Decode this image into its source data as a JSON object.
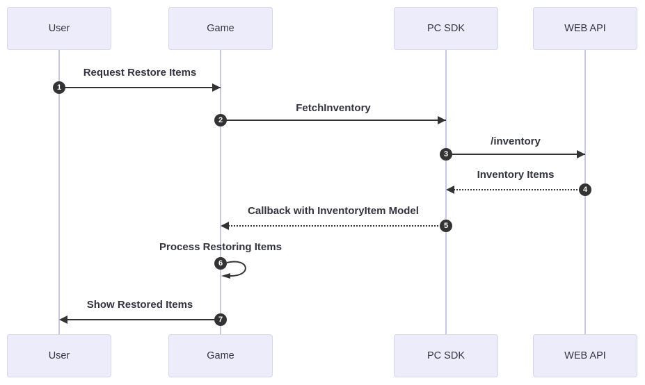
{
  "diagram": {
    "type": "sequence-diagram",
    "colors": {
      "actor_fill": "#ececfb",
      "actor_border": "#d6d6ef",
      "lifeline": "#c8c8e2",
      "arrow": "#333333",
      "badge_bg": "#333333",
      "badge_text": "#ffffff",
      "background": "#ffffff"
    },
    "actors": [
      {
        "name": "User"
      },
      {
        "name": "Game"
      },
      {
        "name": "PC SDK"
      },
      {
        "name": "WEB API"
      }
    ],
    "messages": [
      {
        "num": "1",
        "label": "Request Restore Items",
        "from": "User",
        "to": "Game",
        "line": "solid",
        "direction": "right"
      },
      {
        "num": "2",
        "label": "FetchInventory",
        "from": "Game",
        "to": "PC SDK",
        "line": "solid",
        "direction": "right"
      },
      {
        "num": "3",
        "label": "/inventory",
        "from": "PC SDK",
        "to": "WEB API",
        "line": "solid",
        "direction": "right"
      },
      {
        "num": "4",
        "label": "Inventory Items",
        "from": "WEB API",
        "to": "PC SDK",
        "line": "dotted",
        "direction": "left"
      },
      {
        "num": "5",
        "label": "Callback with InventoryItem Model",
        "from": "PC SDK",
        "to": "Game",
        "line": "dotted",
        "direction": "left"
      },
      {
        "num": "6",
        "label": "Process Restoring Items",
        "from": "Game",
        "to": "Game",
        "line": "solid",
        "direction": "self"
      },
      {
        "num": "7",
        "label": "Show Restored Items",
        "from": "Game",
        "to": "User",
        "line": "solid",
        "direction": "left"
      }
    ]
  }
}
